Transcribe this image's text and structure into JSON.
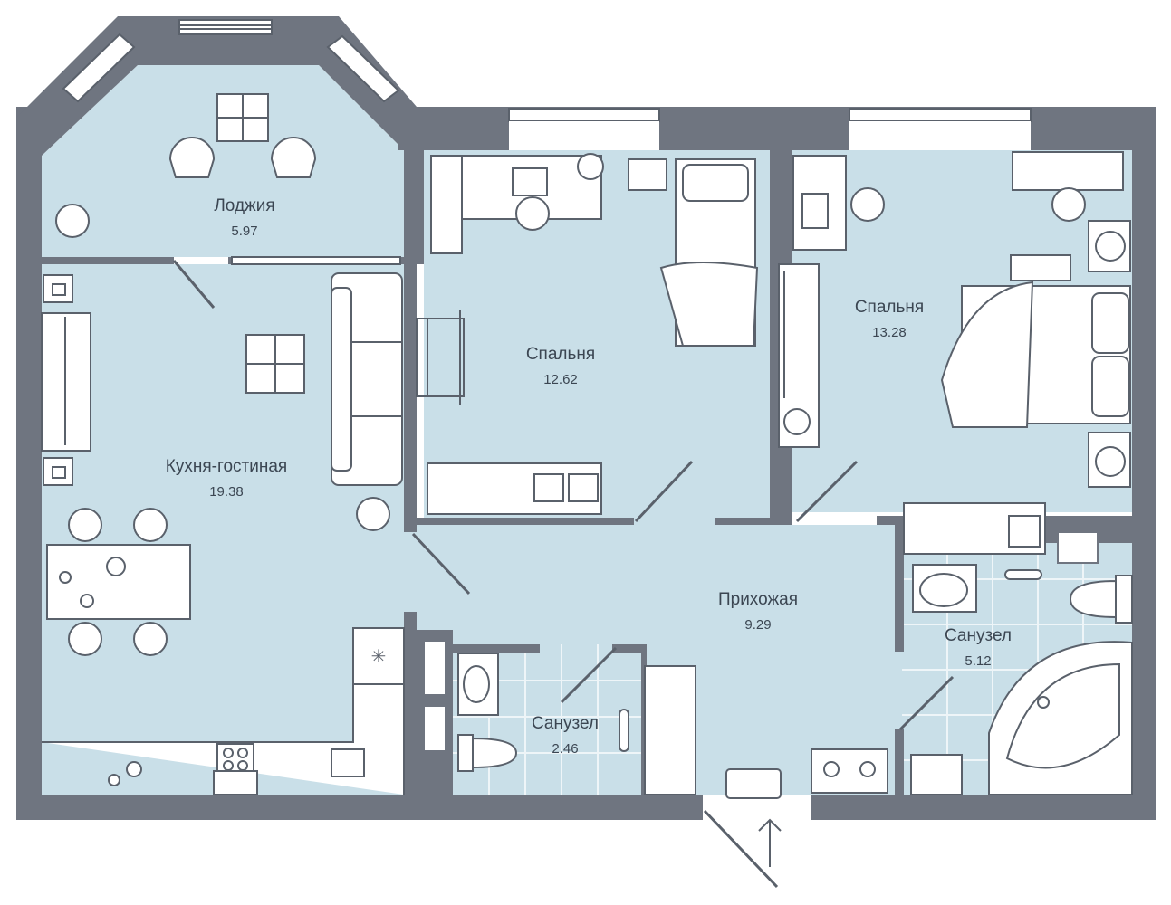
{
  "colors": {
    "wall": "#6f7580",
    "floor": "#c9dfe8",
    "tile_floor": "#c9dfe8",
    "tile_grid": "#eef5f8",
    "furniture_fill": "#ffffff",
    "line": "#5a616b",
    "label": "#3b4652"
  },
  "rooms": {
    "loggia": {
      "name": "Лоджия",
      "area": "5.97"
    },
    "kitchen_living": {
      "name": "Кухня-гостиная",
      "area": "19.38"
    },
    "bedroom_1": {
      "name": "Спальня",
      "area": "12.62"
    },
    "bedroom_2": {
      "name": "Спальня",
      "area": "13.28"
    },
    "hallway": {
      "name": "Прихожая",
      "area": "9.29"
    },
    "bathroom_small": {
      "name": "Санузел",
      "area": "2.46"
    },
    "bathroom_large": {
      "name": "Санузел",
      "area": "5.12"
    }
  },
  "icons": {
    "entrance": "entrance-arrow-icon",
    "armchair": "armchair-icon",
    "plant": "plant-icon",
    "bed": "bed-icon",
    "toilet": "toilet-icon",
    "bathtub": "bathtub-icon",
    "sink": "sink-icon",
    "stove": "stove-icon"
  }
}
